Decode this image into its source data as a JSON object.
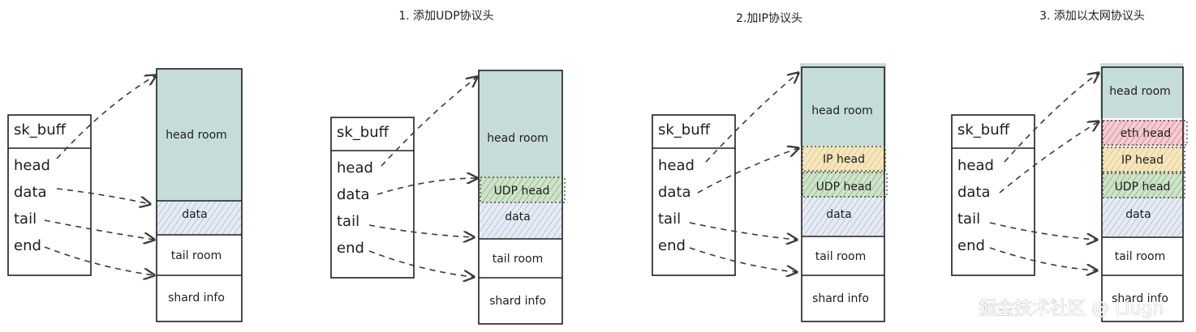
{
  "titles": {
    "step1": "1. 添加UDP协议头",
    "step2": "2.加IP协议头",
    "step3": "3. 添加以太网协议头"
  },
  "skbuff": {
    "name": "sk_buff",
    "fields": [
      "head",
      "data",
      "tail",
      "end"
    ]
  },
  "segments": {
    "head_room": "head room",
    "data": "data",
    "tail_room": "tail room",
    "shard_info": "shard info",
    "udp_head": "UDP head",
    "ip_head": "IP head",
    "eth_head": "eth head"
  },
  "colors": {
    "head_room": "#c5dcdb",
    "data_hatch": "#a9b9d8",
    "udp_hatch": "#6fa36a",
    "ip_hatch": "#e7c36b",
    "eth_hatch": "#d9536b"
  },
  "watermark": "掘金技术社区 @ Liugh"
}
